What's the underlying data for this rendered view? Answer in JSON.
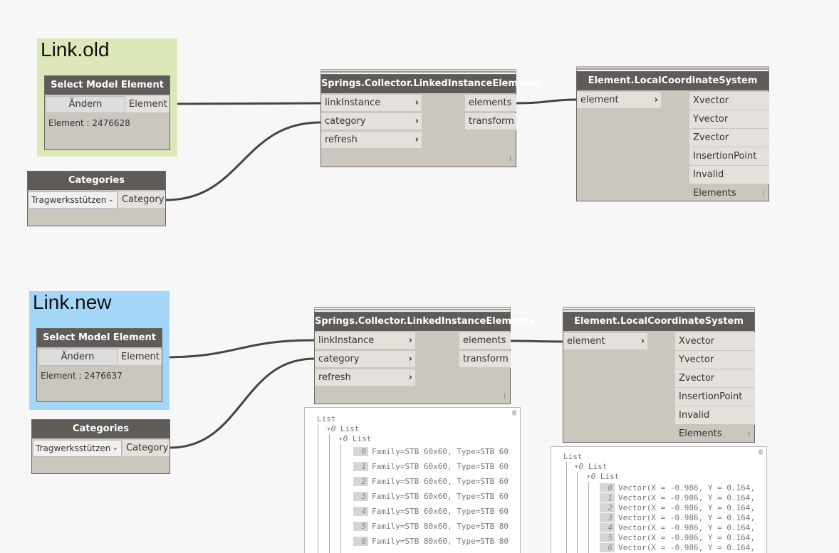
{
  "old": {
    "group_title": "Link.old",
    "select": {
      "title": "Select Model Element",
      "button": "Ändern",
      "port": "Element",
      "value": "Element : 2476628"
    },
    "categories": {
      "title": "Categories",
      "selected": "Tragwerksstützen",
      "port": "Category"
    },
    "collector": {
      "title": "Springs.Collector.LinkedInstanceElements",
      "inputs": [
        "linkInstance",
        "category",
        "refresh"
      ],
      "outputs": [
        "elements",
        "transform"
      ],
      "lacing": "l"
    },
    "lcs": {
      "title": "Element.LocalCoordinateSystem",
      "inputs": [
        "element"
      ],
      "outputs": [
        "Xvector",
        "Yvector",
        "Zvector",
        "InsertionPoint",
        "Invalid Elements"
      ],
      "lacing": "l"
    }
  },
  "new": {
    "group_title": "Link.new",
    "select": {
      "title": "Select Model Element",
      "button": "Ändern",
      "port": "Element",
      "value": "Element : 2476637"
    },
    "categories": {
      "title": "Categories",
      "selected": "Tragwerksstützen",
      "port": "Category"
    },
    "collector": {
      "title": "Springs.Collector.LinkedInstanceElements",
      "inputs": [
        "linkInstance",
        "category",
        "refresh"
      ],
      "outputs": [
        "elements",
        "transform"
      ],
      "lacing": "l"
    },
    "lcs": {
      "title": "Element.LocalCoordinateSystem",
      "inputs": [
        "element"
      ],
      "outputs": [
        "Xvector",
        "Yvector",
        "Zvector",
        "InsertionPoint",
        "Invalid Elements"
      ],
      "lacing": "l"
    }
  },
  "watch1": {
    "root": "List",
    "l1": "List",
    "l1_idx": "0",
    "l2": "List",
    "l2_idx": "0",
    "items": [
      [
        "0",
        "Family=STB 60x60, Type=STB 60"
      ],
      [
        "1",
        "Family=STB 60x60, Type=STB 60"
      ],
      [
        "2",
        "Family=STB 60x60, Type=STB 60"
      ],
      [
        "3",
        "Family=STB 60x60, Type=STB 60"
      ],
      [
        "4",
        "Family=STB 60x60, Type=STB 60"
      ],
      [
        "5",
        "Family=STB 80x60, Type=STB 80"
      ],
      [
        "6",
        "Family=STB 80x60, Type=STB 80"
      ]
    ]
  },
  "watch2": {
    "root": "List",
    "l1": "List",
    "l1_idx": "0",
    "l2": "List",
    "l2_idx": "0",
    "items": [
      [
        "0",
        "Vector(X = -0.986, Y = 0.164,"
      ],
      [
        "1",
        "Vector(X = -0.986, Y = 0.164,"
      ],
      [
        "2",
        "Vector(X = -0.986, Y = 0.164,"
      ],
      [
        "3",
        "Vector(X = -0.986, Y = 0.164,"
      ],
      [
        "4",
        "Vector(X = -0.986, Y = 0.164,"
      ],
      [
        "5",
        "Vector(X = -0.986, Y = 0.164,"
      ],
      [
        "6",
        "Vector(X = -0.986, Y = 0.164,"
      ]
    ]
  }
}
